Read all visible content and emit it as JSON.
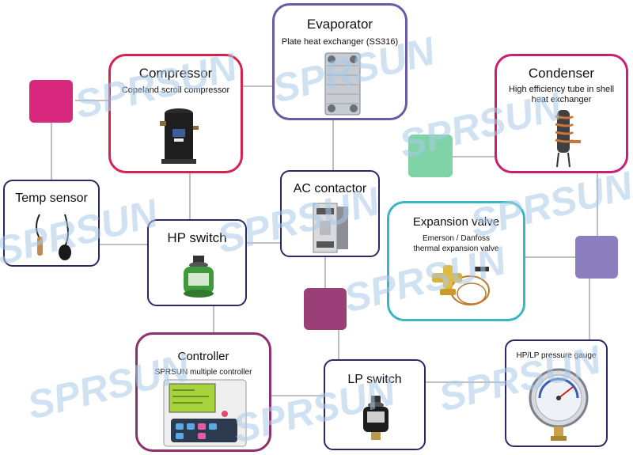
{
  "components": {
    "evaporator": {
      "title": "Evaporator",
      "subtitle": "Plate heat exchanger (SS316)"
    },
    "compressor": {
      "title": "Compressor",
      "subtitle": "Copeland  scroll compressor"
    },
    "condenser": {
      "title": "Condenser",
      "subtitle_line1": "High efficiency tube in shell",
      "subtitle_line2": "heat exchanger"
    },
    "temp_sensor": {
      "title": "Temp sensor"
    },
    "hp_switch": {
      "title": "HP switch"
    },
    "ac_contactor": {
      "title": "AC contactor"
    },
    "expansion_valve": {
      "title": "Expansion valve",
      "subtitle_line1": "Emerson / Danfoss",
      "subtitle_line2": "thermal expansion valve"
    },
    "controller": {
      "title": "Controller",
      "subtitle": "SPRSUN multiple controller"
    },
    "lp_switch": {
      "title": "LP switch"
    },
    "pressure_gauge": {
      "title": "HP/LP pressure gauge"
    }
  },
  "watermark": {
    "text": "SPRSUN"
  },
  "colors": {
    "red": "#d6224f",
    "purple": "#6a5aa3",
    "magenta": "#c8206e",
    "navy": "#2a2966",
    "teal": "#3bb5c4",
    "plum": "#8e2f6e",
    "green_square": "#7fd3a6",
    "lavender_square": "#8c7fbf",
    "plum_square": "#9b3f78",
    "magenta_square": "#d8287e",
    "wire": "#9a9a9a",
    "watermark": "#a9cbe8"
  }
}
